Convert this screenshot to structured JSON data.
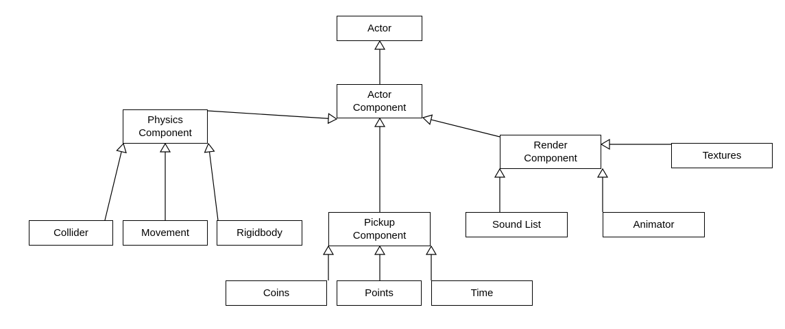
{
  "nodes": {
    "actor": {
      "lines": [
        "Actor"
      ]
    },
    "actor_component": {
      "lines": [
        "Actor",
        "Component"
      ]
    },
    "physics_component": {
      "lines": [
        "Physics",
        "Component"
      ]
    },
    "render_component": {
      "lines": [
        "Render",
        "Component"
      ]
    },
    "pickup_component": {
      "lines": [
        "Pickup",
        "Component"
      ]
    },
    "textures": {
      "lines": [
        "Textures"
      ]
    },
    "collider": {
      "lines": [
        "Collider"
      ]
    },
    "movement": {
      "lines": [
        "Movement"
      ]
    },
    "rigidbody": {
      "lines": [
        "Rigidbody"
      ]
    },
    "sound_list": {
      "lines": [
        "Sound List"
      ]
    },
    "animator": {
      "lines": [
        "Animator"
      ]
    },
    "coins": {
      "lines": [
        "Coins"
      ]
    },
    "points": {
      "lines": [
        "Points"
      ]
    },
    "time": {
      "lines": [
        "Time"
      ]
    }
  },
  "edges": [
    {
      "from": "actor_component",
      "to": "actor",
      "relation": "inheritance"
    },
    {
      "from": "physics_component",
      "to": "actor_component",
      "relation": "inheritance"
    },
    {
      "from": "pickup_component",
      "to": "actor_component",
      "relation": "inheritance"
    },
    {
      "from": "render_component",
      "to": "actor_component",
      "relation": "inheritance"
    },
    {
      "from": "textures",
      "to": "render_component",
      "relation": "inheritance"
    },
    {
      "from": "collider",
      "to": "physics_component",
      "relation": "inheritance"
    },
    {
      "from": "movement",
      "to": "physics_component",
      "relation": "inheritance"
    },
    {
      "from": "rigidbody",
      "to": "physics_component",
      "relation": "inheritance"
    },
    {
      "from": "sound_list",
      "to": "render_component",
      "relation": "inheritance"
    },
    {
      "from": "animator",
      "to": "render_component",
      "relation": "inheritance"
    },
    {
      "from": "coins",
      "to": "pickup_component",
      "relation": "inheritance"
    },
    {
      "from": "points",
      "to": "pickup_component",
      "relation": "inheritance"
    },
    {
      "from": "time",
      "to": "pickup_component",
      "relation": "inheritance"
    }
  ]
}
